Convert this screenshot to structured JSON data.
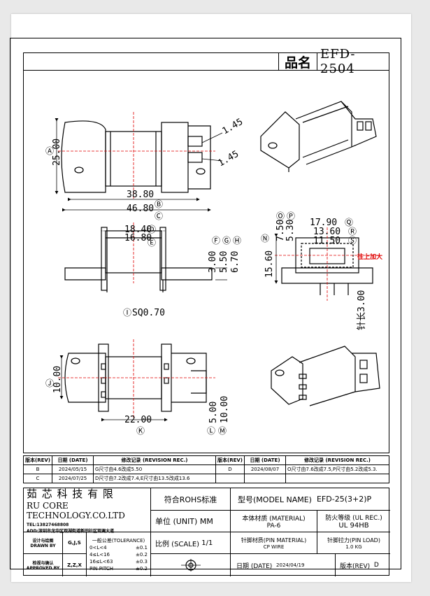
{
  "title_block": {
    "name_label": "品名",
    "part_number": "EFD-2504"
  },
  "dimensions": {
    "top_view": {
      "pin_width_1": "1.45",
      "pin_width_2": "1.45",
      "height_25": "25.00",
      "inner_width": "38.80",
      "outer_width": "46.80",
      "label_a": "Ⓐ",
      "label_b": "Ⓑ",
      "label_c": "Ⓒ"
    },
    "side_view": {
      "width_18_40": "18.40",
      "width_16_80": "16.80",
      "h_3_00": "3.00",
      "h_5_50": "5.50",
      "h_6_70": "6.70",
      "label_d": "Ⓓ",
      "label_e": "Ⓔ",
      "label_f": "Ⓕ",
      "label_g": "Ⓖ",
      "label_h": "Ⓗ",
      "label_i": "Ⓘ",
      "pin_sq": "SQ0.70"
    },
    "front_view": {
      "w_17_90": "17.90",
      "w_13_60": "13.60",
      "w_11_50": "11.50",
      "h_7_50": "7.50",
      "h_5_30": "5.30",
      "h_15_60": "15.60",
      "label_n": "Ⓝ",
      "label_o": "Ⓞ",
      "label_p": "Ⓟ",
      "label_q": "Ⓠ",
      "label_r": "Ⓡ",
      "label_s": "Ⓢ",
      "pin_len": "针长3.00",
      "red_note": "往上加大"
    },
    "bottom_view": {
      "h_10_00": "10.00",
      "w_22_00": "22.00",
      "h_5_00": "5.00",
      "h_10_00b": "10.00",
      "label_j": "Ⓙ",
      "label_k": "Ⓚ",
      "label_l": "Ⓛ",
      "label_m": "Ⓜ"
    }
  },
  "revisions": {
    "headers": [
      "版本(REV)",
      "日期 (DATE)",
      "修改记录 (REVISION REC.)",
      "版本(REV)",
      "日期 (DATE)",
      "修改记录 (REVISION REC.)"
    ],
    "rows": [
      [
        "B",
        "2024/05/15",
        "G尺寸由4.6改成5.50",
        "D",
        "2024/08/07",
        "O尺寸由7.6改成7.5,P尺寸由5.2改成5.3."
      ],
      [
        "C",
        "2024/07/25",
        "D尺寸由7.2改成7.4,E尺寸由13.5改成13.6",
        "",
        "",
        ""
      ]
    ]
  },
  "company": {
    "name_cn": "茹 芯 科 技 有 限",
    "name_en": "RU CORE TECHNOLOGY.CO.LTD",
    "tel": "TEL:13827468808",
    "addr": "ADD:深圳市龙华区观湖街道新田社区观澜大道"
  },
  "block": {
    "rohs": "符合ROHS标准",
    "model_label": "型号(MODEL NAME)",
    "model_value": "EFD-25(3+2)P",
    "unit_label": "单位 (UNIT)",
    "unit_value": "MM",
    "material_label": "本体材质 (MATERIAL)",
    "material_value": "PA-6",
    "ul_label": "防火等级 (UL REC.)",
    "ul_value": "UL 94HB",
    "scale_label": "比例 (SCALE)",
    "scale_value": "1/1",
    "pin_material_label": "针脚材质(PIN MATERIAL)",
    "pin_material_value": "CP WIRE",
    "pin_load_label": "针脚拉力(PIN LOAD)",
    "pin_load_value": "1.0 KG",
    "drawn_label": "设计与绘图",
    "drawn_label_en": "DRAWN BY",
    "drawn_value": "G,J,S",
    "approved_label": "检视与确认",
    "approved_label_en": "APPROVED BY",
    "approved_value": "Z,Z,X",
    "date_label": "日期 (DATE)",
    "date_value": "2024/04/19",
    "rev_label": "版本(REV)",
    "rev_value": "D",
    "tol_title": "一般公差(TOLERANCE)",
    "tol_rows": [
      [
        "0<L<4",
        "±0.1"
      ],
      [
        "4≤L<16",
        "±0.2"
      ],
      [
        "16≤L<63",
        "±0.3"
      ],
      [
        "PIN PITCH",
        "±0.2"
      ]
    ]
  }
}
